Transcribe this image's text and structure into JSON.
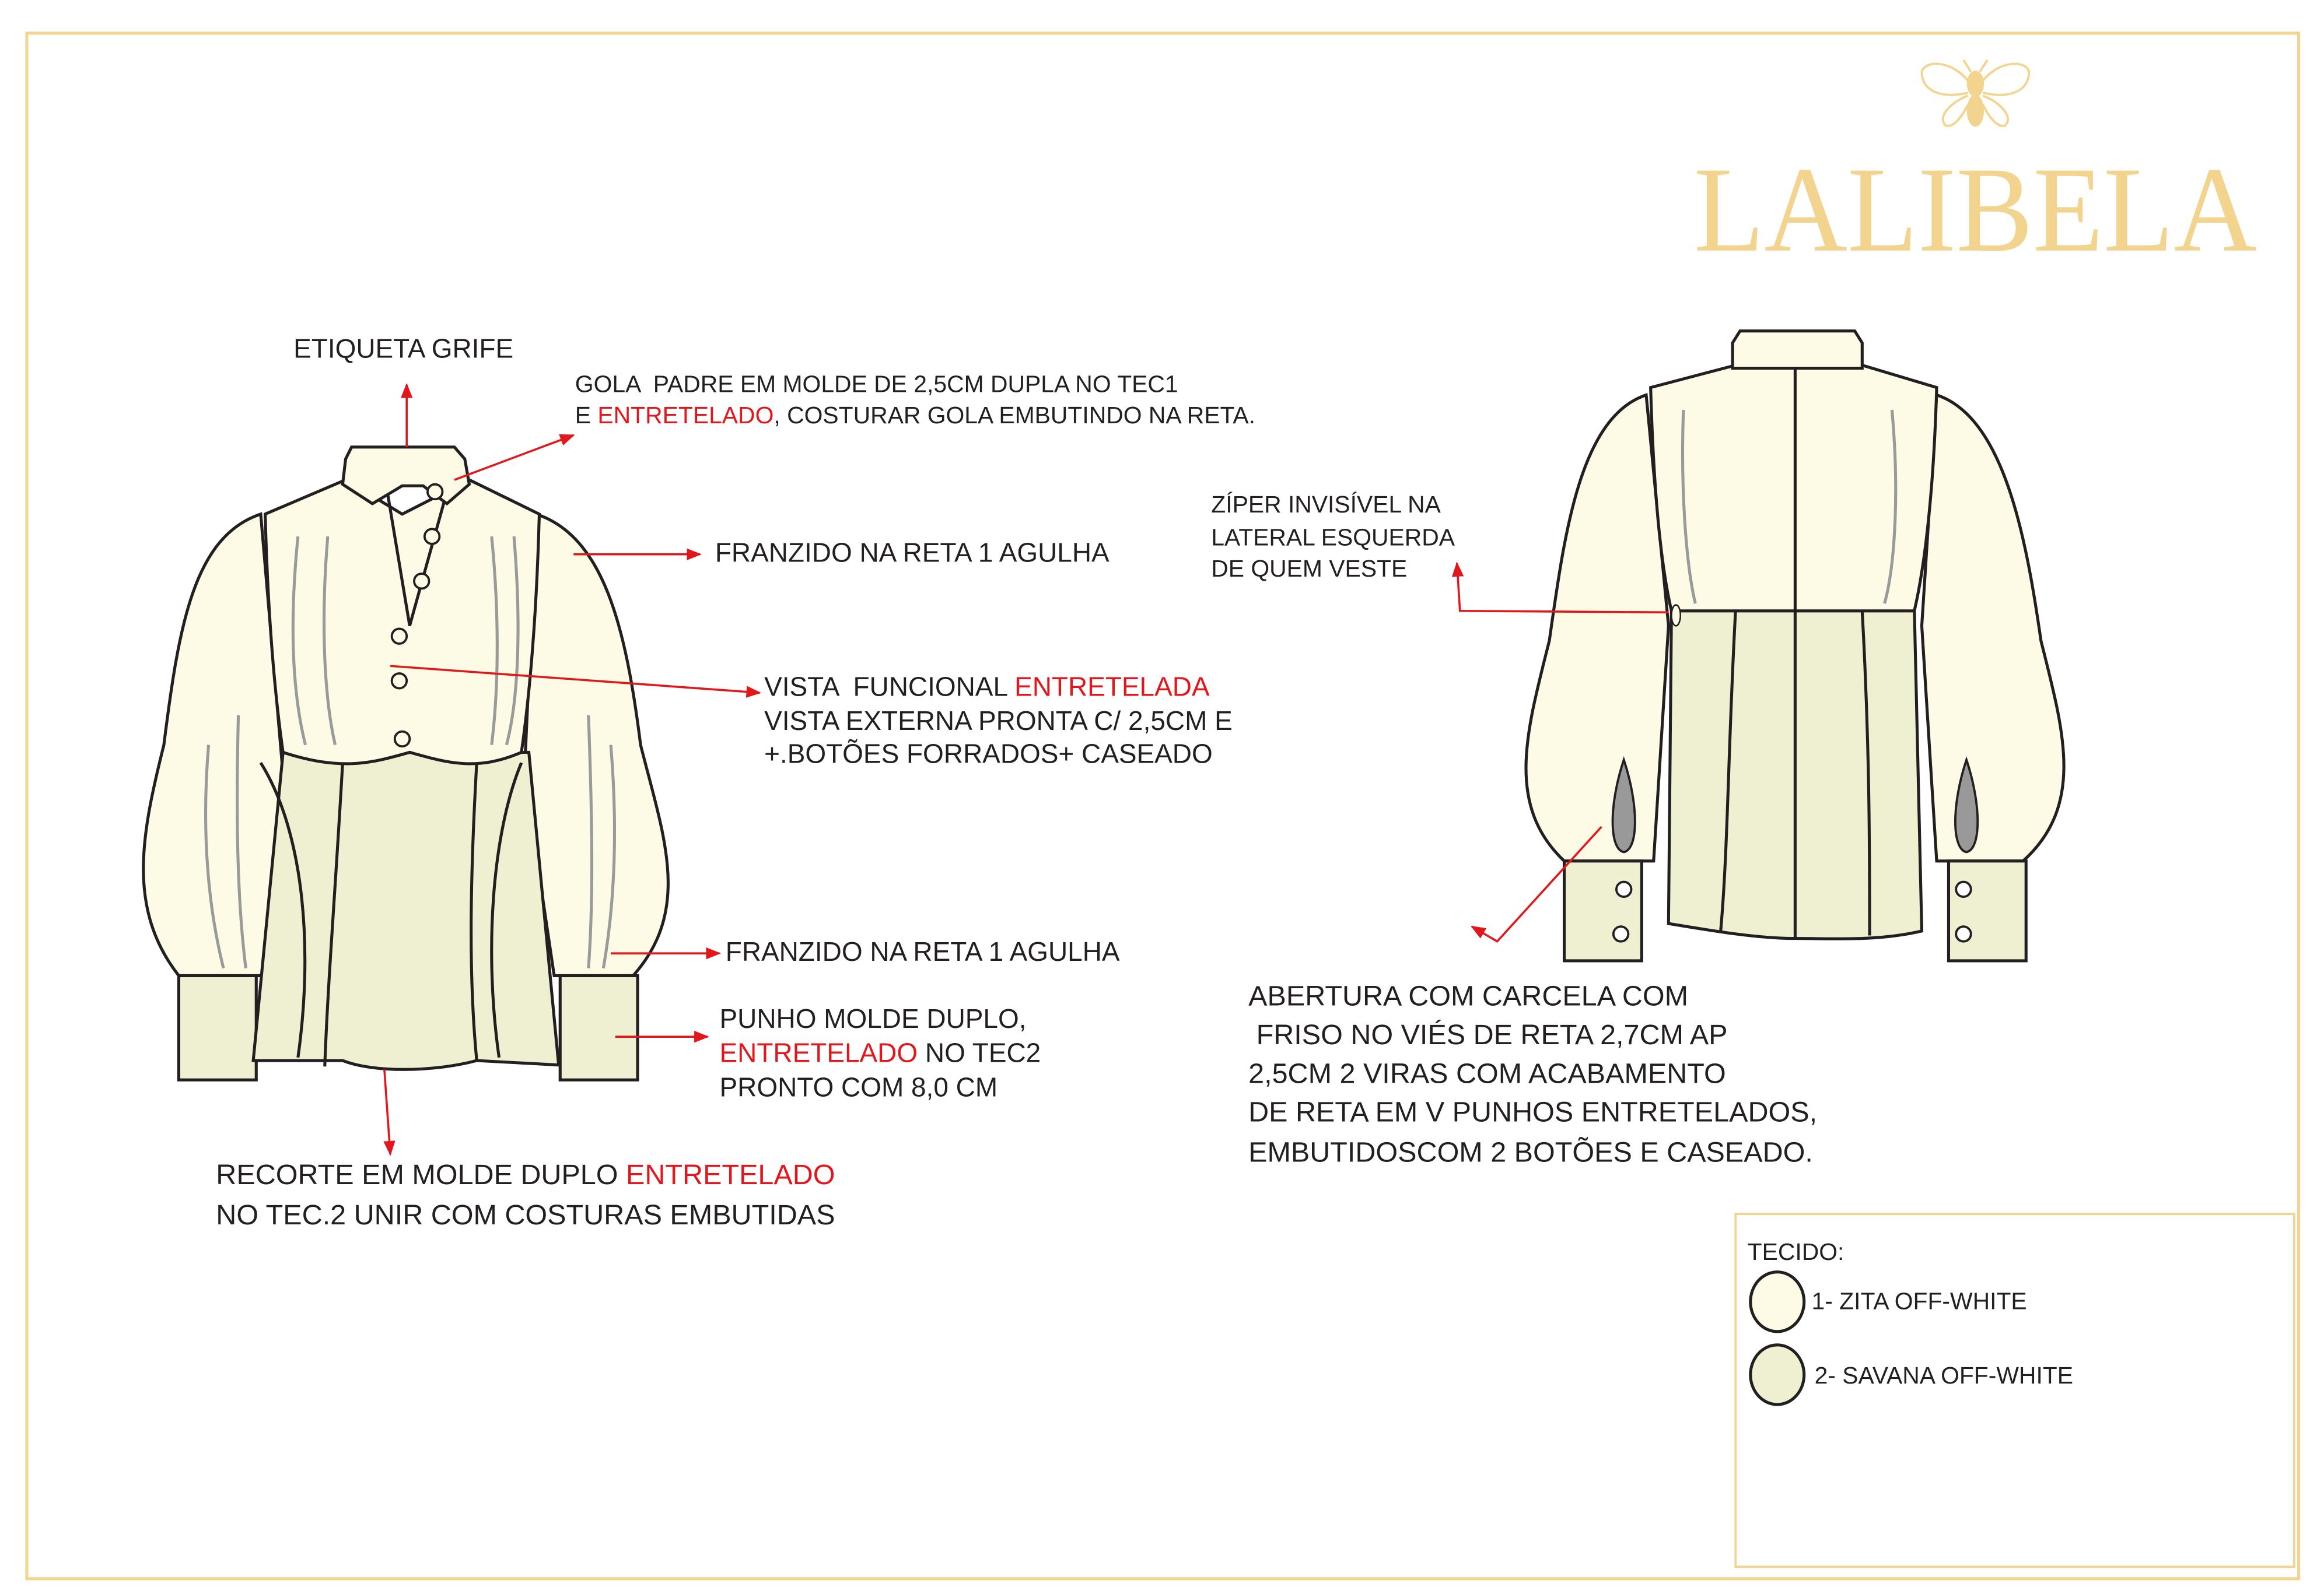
{
  "brand": {
    "name": "LALIBELA",
    "logo_icon": "bee-icon",
    "color": "#f2d48e"
  },
  "front_notes": {
    "label_tag": "ETIQUETA GRIFE",
    "collar": {
      "line1": "GOLA  PADRE EM MOLDE DE 2,5CM DUPLA NO TEC1",
      "line2_prefix": "E ",
      "line2_red": "ENTRETELADO",
      "line2_suffix": ", COSTURAR GOLA EMBUTINDO NA RETA."
    },
    "gather_top": "FRANZIDO NA RETA 1 AGULHA",
    "placket": {
      "line1_prefix": "VISTA  FUNCIONAL ",
      "line1_red": "ENTRETELADA",
      "line2": "VISTA EXTERNA PRONTA C/ 2,5CM E",
      "line3": "+.BOTÕES FORRADOS+ CASEADO"
    },
    "gather_cuff": "FRANZIDO NA RETA 1 AGULHA",
    "cuff": {
      "line1": "PUNHO MOLDE DUPLO,",
      "line2_red": "ENTRETELADO",
      "line2_suffix": " NO TEC2",
      "line3": "PRONTO COM 8,0 CM"
    },
    "panel": {
      "line1_prefix": "RECORTE EM MOLDE DUPLO ",
      "line1_red": "ENTRETELADO",
      "line2": "NO TEC.2 UNIR COM COSTURAS EMBUTIDAS"
    }
  },
  "back_notes": {
    "zipper": [
      "ZÍPER INVISÍVEL NA",
      "LATERAL ESQUERDA",
      "DE QUEM VESTE"
    ],
    "opening": [
      "ABERTURA COM CARCELA COM",
      " FRISO NO VIÉS DE RETA 2,7CM AP",
      "2,5CM 2 VIRAS COM ACABAMENTO",
      "DE RETA EM V PUNHOS ENTRETELADOS,",
      "EMBUTIDOSCOM 2 BOTÕES E CASEADO."
    ]
  },
  "fabric_legend": {
    "title": "TECIDO:",
    "items": [
      {
        "label": "1- ZITA OFF-WHITE",
        "color": "#fdfbe6"
      },
      {
        "label": "2- SAVANA OFF-WHITE",
        "color": "#eff0d2"
      }
    ]
  },
  "colors": {
    "accent_red": "#e3161b",
    "border": "#f2d48e"
  }
}
